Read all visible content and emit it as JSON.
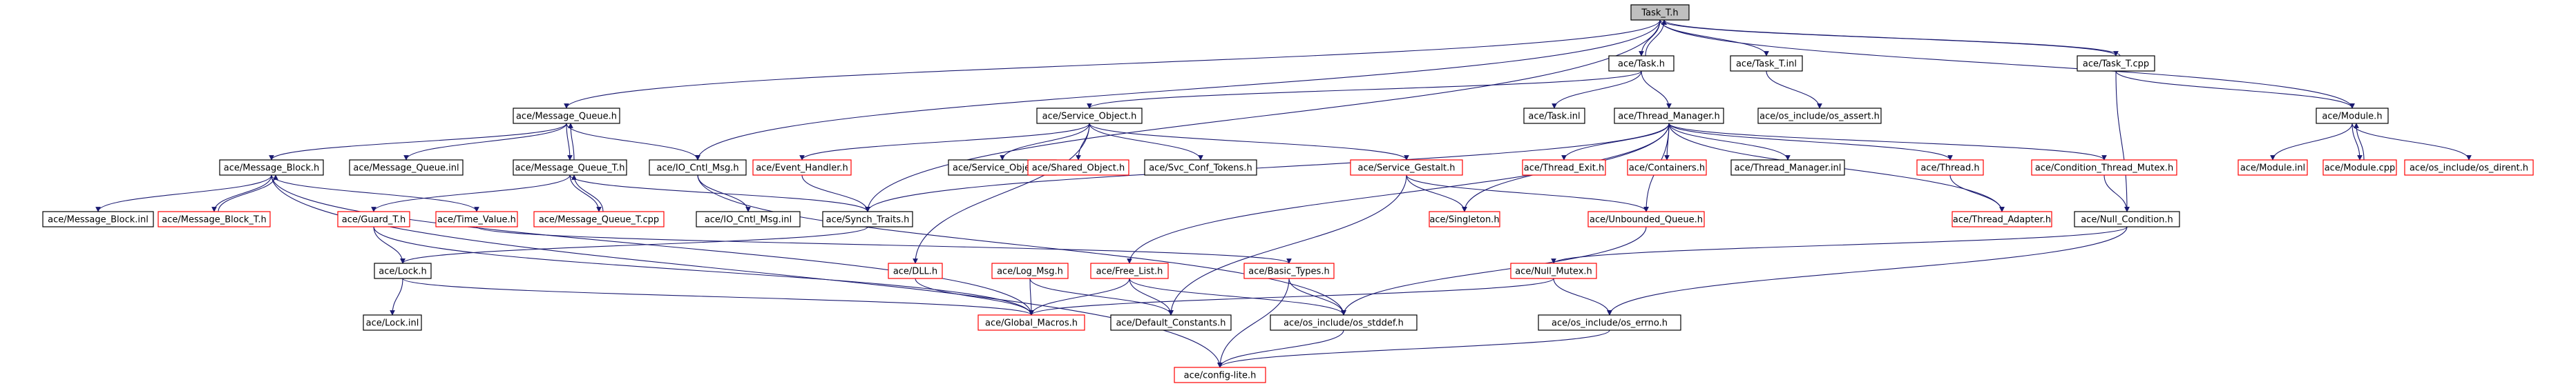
{
  "colors": {
    "edge": "#191970",
    "edge_red": "#ff2020",
    "node_border": "#000000",
    "node_border_missing": "#ff0000",
    "root_fill": "#bfbfbf",
    "background": "#ffffff"
  },
  "nodes": {
    "task_t_h": {
      "label": "Task_T.h",
      "root": true
    },
    "task_h": {
      "label": "ace/Task.h"
    },
    "task_t_inl": {
      "label": "ace/Task_T.inl"
    },
    "task_t_cpp": {
      "label": "ace/Task_T.cpp"
    },
    "message_queue_h": {
      "label": "ace/Message_Queue.h"
    },
    "service_object_h": {
      "label": "ace/Service_Object.h"
    },
    "task_inl": {
      "label": "ace/Task.inl"
    },
    "thread_manager_h": {
      "label": "ace/Thread_Manager.h"
    },
    "os_assert_h": {
      "label": "ace/os_include/os_assert.h"
    },
    "module_h": {
      "label": "ace/Module.h"
    },
    "message_block_h": {
      "label": "ace/Message_Block.h"
    },
    "message_queue_inl": {
      "label": "ace/Message_Queue.inl"
    },
    "message_queue_t_h": {
      "label": "ace/Message_Queue_T.h"
    },
    "io_cntl_msg_h": {
      "label": "ace/IO_Cntl_Msg.h"
    },
    "event_handler_h": {
      "label": "ace/Event_Handler.h",
      "missing": true
    },
    "service_object_inl": {
      "label": "ace/Service_Object.inl"
    },
    "shared_object_h": {
      "label": "ace/Shared_Object.h",
      "missing": true
    },
    "svc_conf_tokens_h": {
      "label": "ace/Svc_Conf_Tokens.h"
    },
    "service_gestalt_h": {
      "label": "ace/Service_Gestalt.h",
      "missing": true
    },
    "thread_exit_h": {
      "label": "ace/Thread_Exit.h",
      "missing": true
    },
    "containers_h": {
      "label": "ace/Containers.h",
      "missing": true
    },
    "thread_manager_inl": {
      "label": "ace/Thread_Manager.inl"
    },
    "thread_h": {
      "label": "ace/Thread.h",
      "missing": true
    },
    "condition_thread_mutex_h": {
      "label": "ace/Condition_Thread_Mutex.h",
      "missing": true
    },
    "module_inl": {
      "label": "ace/Module.inl",
      "missing": true
    },
    "module_cpp": {
      "label": "ace/Module.cpp",
      "missing": true
    },
    "os_dirent_h": {
      "label": "ace/os_include/os_dirent.h",
      "missing": true
    },
    "message_block_inl": {
      "label": "ace/Message_Block.inl"
    },
    "message_block_t_h": {
      "label": "ace/Message_Block_T.h",
      "missing": true
    },
    "guard_t_h": {
      "label": "ace/Guard_T.h",
      "missing": true
    },
    "time_value_h": {
      "label": "ace/Time_Value.h",
      "missing": true
    },
    "message_queue_t_cpp": {
      "label": "ace/Message_Queue_T.cpp",
      "missing": true
    },
    "io_cntl_msg_inl": {
      "label": "ace/IO_Cntl_Msg.inl"
    },
    "synch_traits_h": {
      "label": "ace/Synch_Traits.h"
    },
    "singleton_h": {
      "label": "ace/Singleton.h",
      "missing": true
    },
    "unbounded_queue_h": {
      "label": "ace/Unbounded_Queue.h",
      "missing": true
    },
    "thread_adapter_h": {
      "label": "ace/Thread_Adapter.h",
      "missing": true
    },
    "null_condition_h": {
      "label": "ace/Null_Condition.h"
    },
    "lock_h": {
      "label": "ace/Lock.h"
    },
    "dll_h": {
      "label": "ace/DLL.h",
      "missing": true
    },
    "log_msg_h": {
      "label": "ace/Log_Msg.h",
      "missing": true
    },
    "free_list_h": {
      "label": "ace/Free_List.h",
      "missing": true
    },
    "basic_types_h": {
      "label": "ace/Basic_Types.h",
      "missing": true
    },
    "null_mutex_h": {
      "label": "ace/Null_Mutex.h",
      "missing": true
    },
    "lock_inl": {
      "label": "ace/Lock.inl"
    },
    "global_macros_h": {
      "label": "ace/Global_Macros.h",
      "missing": true
    },
    "default_constants_h": {
      "label": "ace/Default_Constants.h"
    },
    "os_stddef_h": {
      "label": "ace/os_include/os_stddef.h"
    },
    "os_errno_h": {
      "label": "ace/os_include/os_errno.h"
    },
    "config_lite_h": {
      "label": "ace/config-lite.h",
      "missing": true
    }
  },
  "edges": [
    [
      "task_t_h",
      "task_h"
    ],
    [
      "task_t_h",
      "task_t_inl"
    ],
    [
      "task_t_h",
      "task_t_cpp"
    ],
    [
      "task_t_h",
      "message_queue_h"
    ],
    [
      "task_t_h",
      "synch_traits_h"
    ],
    [
      "task_t_h",
      "io_cntl_msg_h"
    ],
    [
      "task_t_h",
      "module_h"
    ],
    [
      "task_h",
      "service_object_h"
    ],
    [
      "task_h",
      "task_inl"
    ],
    [
      "task_h",
      "thread_manager_h"
    ],
    [
      "task_h",
      "task_t_h"
    ],
    [
      "task_t_inl",
      "os_assert_h"
    ],
    [
      "task_t_cpp",
      "task_t_h"
    ],
    [
      "task_t_cpp",
      "module_h"
    ],
    [
      "task_t_cpp",
      "null_condition_h"
    ],
    [
      "message_queue_h",
      "message_block_h"
    ],
    [
      "message_queue_h",
      "message_queue_inl"
    ],
    [
      "message_queue_h",
      "message_queue_t_h"
    ],
    [
      "message_queue_h",
      "io_cntl_msg_h"
    ],
    [
      "service_object_h",
      "service_object_inl"
    ],
    [
      "service_object_h",
      "shared_object_h"
    ],
    [
      "service_object_h",
      "svc_conf_tokens_h"
    ],
    [
      "service_object_h",
      "event_handler_h"
    ],
    [
      "service_object_h",
      "dll_h"
    ],
    [
      "service_object_h",
      "service_gestalt_h"
    ],
    [
      "thread_manager_h",
      "thread_exit_h"
    ],
    [
      "thread_manager_h",
      "containers_h"
    ],
    [
      "thread_manager_h",
      "thread_manager_inl"
    ],
    [
      "thread_manager_h",
      "thread_h"
    ],
    [
      "thread_manager_h",
      "condition_thread_mutex_h"
    ],
    [
      "thread_manager_h",
      "synch_traits_h"
    ],
    [
      "thread_manager_h",
      "singleton_h"
    ],
    [
      "thread_manager_h",
      "unbounded_queue_h"
    ],
    [
      "thread_manager_h",
      "thread_adapter_h"
    ],
    [
      "thread_manager_h",
      "free_list_h"
    ],
    [
      "module_h",
      "module_inl"
    ],
    [
      "module_h",
      "module_cpp"
    ],
    [
      "module_h",
      "os_dirent_h"
    ],
    [
      "module_cpp",
      "module_h"
    ],
    [
      "message_block_h",
      "message_block_inl"
    ],
    [
      "message_block_h",
      "message_block_t_h"
    ],
    [
      "message_block_h",
      "time_value_h"
    ],
    [
      "message_block_h",
      "global_macros_h"
    ],
    [
      "message_block_h",
      "config_lite_h"
    ],
    [
      "message_block_t_h",
      "message_block_h"
    ],
    [
      "message_queue_t_h",
      "message_queue_t_cpp"
    ],
    [
      "message_queue_t_h",
      "guard_t_h"
    ],
    [
      "message_queue_t_h",
      "synch_traits_h"
    ],
    [
      "message_queue_t_h",
      "message_queue_h"
    ],
    [
      "message_queue_t_cpp",
      "message_queue_t_h"
    ],
    [
      "io_cntl_msg_h",
      "io_cntl_msg_inl"
    ],
    [
      "io_cntl_msg_h",
      "os_stddef_h"
    ],
    [
      "event_handler_h",
      "synch_traits_h"
    ],
    [
      "service_gestalt_h",
      "singleton_h"
    ],
    [
      "service_gestalt_h",
      "unbounded_queue_h"
    ],
    [
      "service_gestalt_h",
      "default_constants_h"
    ],
    [
      "thread_h",
      "thread_adapter_h"
    ],
    [
      "condition_thread_mutex_h",
      "null_condition_h"
    ],
    [
      "synch_traits_h",
      "lock_h"
    ],
    [
      "guard_t_h",
      "lock_h"
    ],
    [
      "guard_t_h",
      "global_macros_h"
    ],
    [
      "time_value_h",
      "basic_types_h"
    ],
    [
      "null_condition_h",
      "null_mutex_h"
    ],
    [
      "null_condition_h",
      "os_errno_h"
    ],
    [
      "lock_h",
      "lock_inl"
    ],
    [
      "lock_h",
      "global_macros_h"
    ],
    [
      "dll_h",
      "global_macros_h"
    ],
    [
      "log_msg_h",
      "global_macros_h"
    ],
    [
      "log_msg_h",
      "default_constants_h"
    ],
    [
      "free_list_h",
      "global_macros_h"
    ],
    [
      "free_list_h",
      "default_constants_h"
    ],
    [
      "free_list_h",
      "os_stddef_h"
    ],
    [
      "basic_types_h",
      "os_stddef_h"
    ],
    [
      "basic_types_h",
      "config_lite_h"
    ],
    [
      "unbounded_queue_h",
      "os_stddef_h"
    ],
    [
      "null_mutex_h",
      "global_macros_h"
    ],
    [
      "null_mutex_h",
      "os_errno_h"
    ],
    [
      "os_errno_h",
      "config_lite_h"
    ],
    [
      "os_stddef_h",
      "config_lite_h"
    ]
  ]
}
